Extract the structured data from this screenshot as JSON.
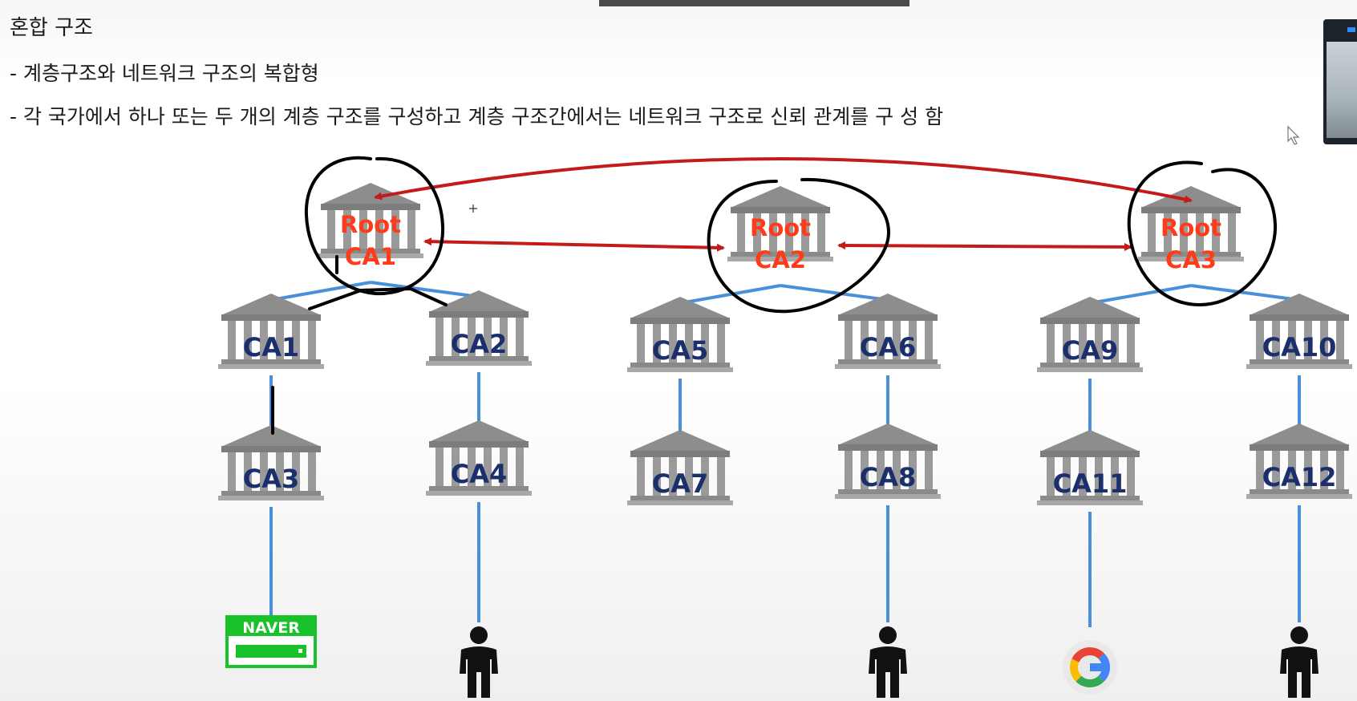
{
  "page": {
    "title": "혼합 구조",
    "bullets": [
      "- 계층구조와 네트워크 구조의 복합형",
      "- 각 국가에서 하나 또는 두 개의 계층 구조를 구성하고 계층 구조간에서는 네트워크 구조로 신뢰 관계를 구 성 함"
    ]
  },
  "diagram": {
    "roots": [
      {
        "id": "root1",
        "line1": "Root",
        "line2": "CA1"
      },
      {
        "id": "root2",
        "line1": "Root",
        "line2": "CA2"
      },
      {
        "id": "root3",
        "line1": "Root",
        "line2": "CA3"
      }
    ],
    "cas": [
      {
        "id": "ca1",
        "label": "CA1",
        "parent": "root1"
      },
      {
        "id": "ca2",
        "label": "CA2",
        "parent": "root1"
      },
      {
        "id": "ca5",
        "label": "CA5",
        "parent": "root2"
      },
      {
        "id": "ca6",
        "label": "CA6",
        "parent": "root2"
      },
      {
        "id": "ca9",
        "label": "CA9",
        "parent": "root3"
      },
      {
        "id": "ca10",
        "label": "CA10",
        "parent": "root3"
      },
      {
        "id": "ca3",
        "label": "CA3",
        "parent": "ca1"
      },
      {
        "id": "ca4",
        "label": "CA4",
        "parent": "ca2"
      },
      {
        "id": "ca7",
        "label": "CA7",
        "parent": "ca5"
      },
      {
        "id": "ca8",
        "label": "CA8",
        "parent": "ca6"
      },
      {
        "id": "ca11",
        "label": "CA11",
        "parent": "ca9"
      },
      {
        "id": "ca12",
        "label": "CA12",
        "parent": "ca10"
      }
    ],
    "endpoints": [
      {
        "id": "naver",
        "type": "naver-logo",
        "label": "NAVER",
        "parent": "ca3"
      },
      {
        "id": "person1",
        "type": "person-icon",
        "parent": "ca4"
      },
      {
        "id": "person2",
        "type": "person-icon",
        "parent": "ca8"
      },
      {
        "id": "google",
        "type": "google-icon",
        "parent": "ca11"
      },
      {
        "id": "person3",
        "type": "person-icon",
        "parent": "ca12"
      }
    ],
    "trust_links": [
      {
        "from": "root1",
        "to": "root2"
      },
      {
        "from": "root2",
        "to": "root3"
      },
      {
        "from": "root1",
        "to": "root3"
      }
    ],
    "colors": {
      "root_label": "#ff3b1a",
      "ca_label": "#1a2f6b",
      "tree_line": "#4a8fd9",
      "trust_arrow": "#c41a1a",
      "annotation_ink": "#000000",
      "building": "#8d8d8d",
      "naver_green": "#19c22a"
    }
  }
}
